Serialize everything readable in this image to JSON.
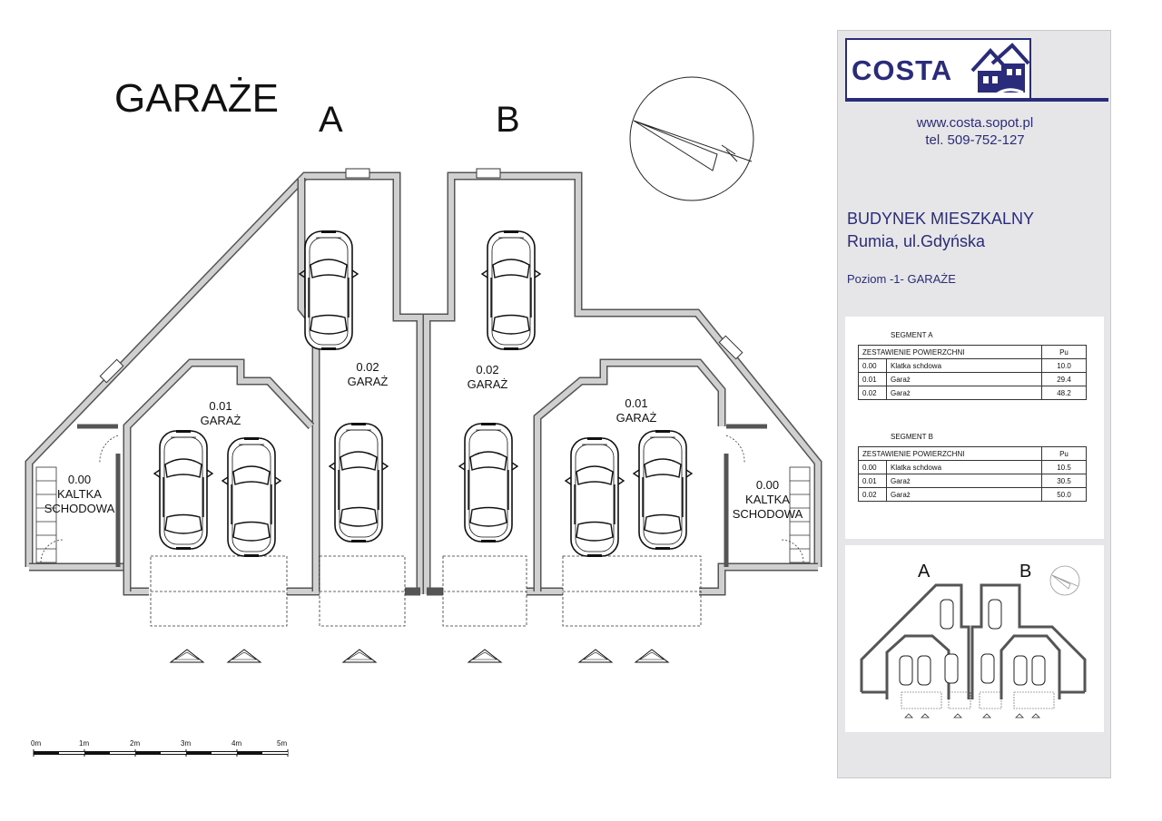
{
  "plan": {
    "title": "GARAŻE",
    "building_a": "A",
    "building_b": "B",
    "rooms": [
      {
        "number": "0.02",
        "name": "GARAŻ"
      },
      {
        "number": "0.01",
        "name": "GARAŻ"
      },
      {
        "number": "0.00",
        "name": "KALTKA",
        "name2": "SCHODOWA"
      },
      {
        "number": "0.02",
        "name": "GARAŻ"
      },
      {
        "number": "0.01",
        "name": "GARAŻ"
      },
      {
        "number": "0.00",
        "name": "KALTKA",
        "name2": "SCHODOWA"
      }
    ],
    "scale_labels": [
      "0m",
      "1m",
      "2m",
      "3m",
      "4m",
      "5m"
    ]
  },
  "panel": {
    "logo_text": "COSTA",
    "website": "www.costa.sopot.pl",
    "phone": "tel. 509-752-127",
    "project_title": "BUDYNEK MIESZKALNY",
    "project_location": "Rumia, ul.Gdyńska",
    "level": "Poziom -1- GARAŻE",
    "segment_a": {
      "title": "SEGMENT A",
      "header": {
        "label": "ZESTAWIENIE POWIERZCHNI",
        "unit": "Pu"
      },
      "rows": [
        {
          "nr": "0.00",
          "name": "Klatka schdowa",
          "area": "10.0"
        },
        {
          "nr": "0.01",
          "name": "Garaż",
          "area": "29.4"
        },
        {
          "nr": "0.02",
          "name": "Garaż",
          "area": "48.2"
        }
      ]
    },
    "segment_b": {
      "title": "SEGMENT B",
      "header": {
        "label": "ZESTAWIENIE POWIERZCHNI",
        "unit": "Pu"
      },
      "rows": [
        {
          "nr": "0.00",
          "name": "Klatka schdowa",
          "area": "10.5"
        },
        {
          "nr": "0.01",
          "name": "Garaż",
          "area": "30.5"
        },
        {
          "nr": "0.02",
          "name": "Garaż",
          "area": "50.0"
        }
      ]
    },
    "mini_a": "A",
    "mini_b": "B"
  },
  "colors": {
    "brand": "#2a2b7a",
    "panel_bg": "#e6e6e8",
    "wall_fill": "#d0d0d0",
    "ink": "#111111"
  }
}
